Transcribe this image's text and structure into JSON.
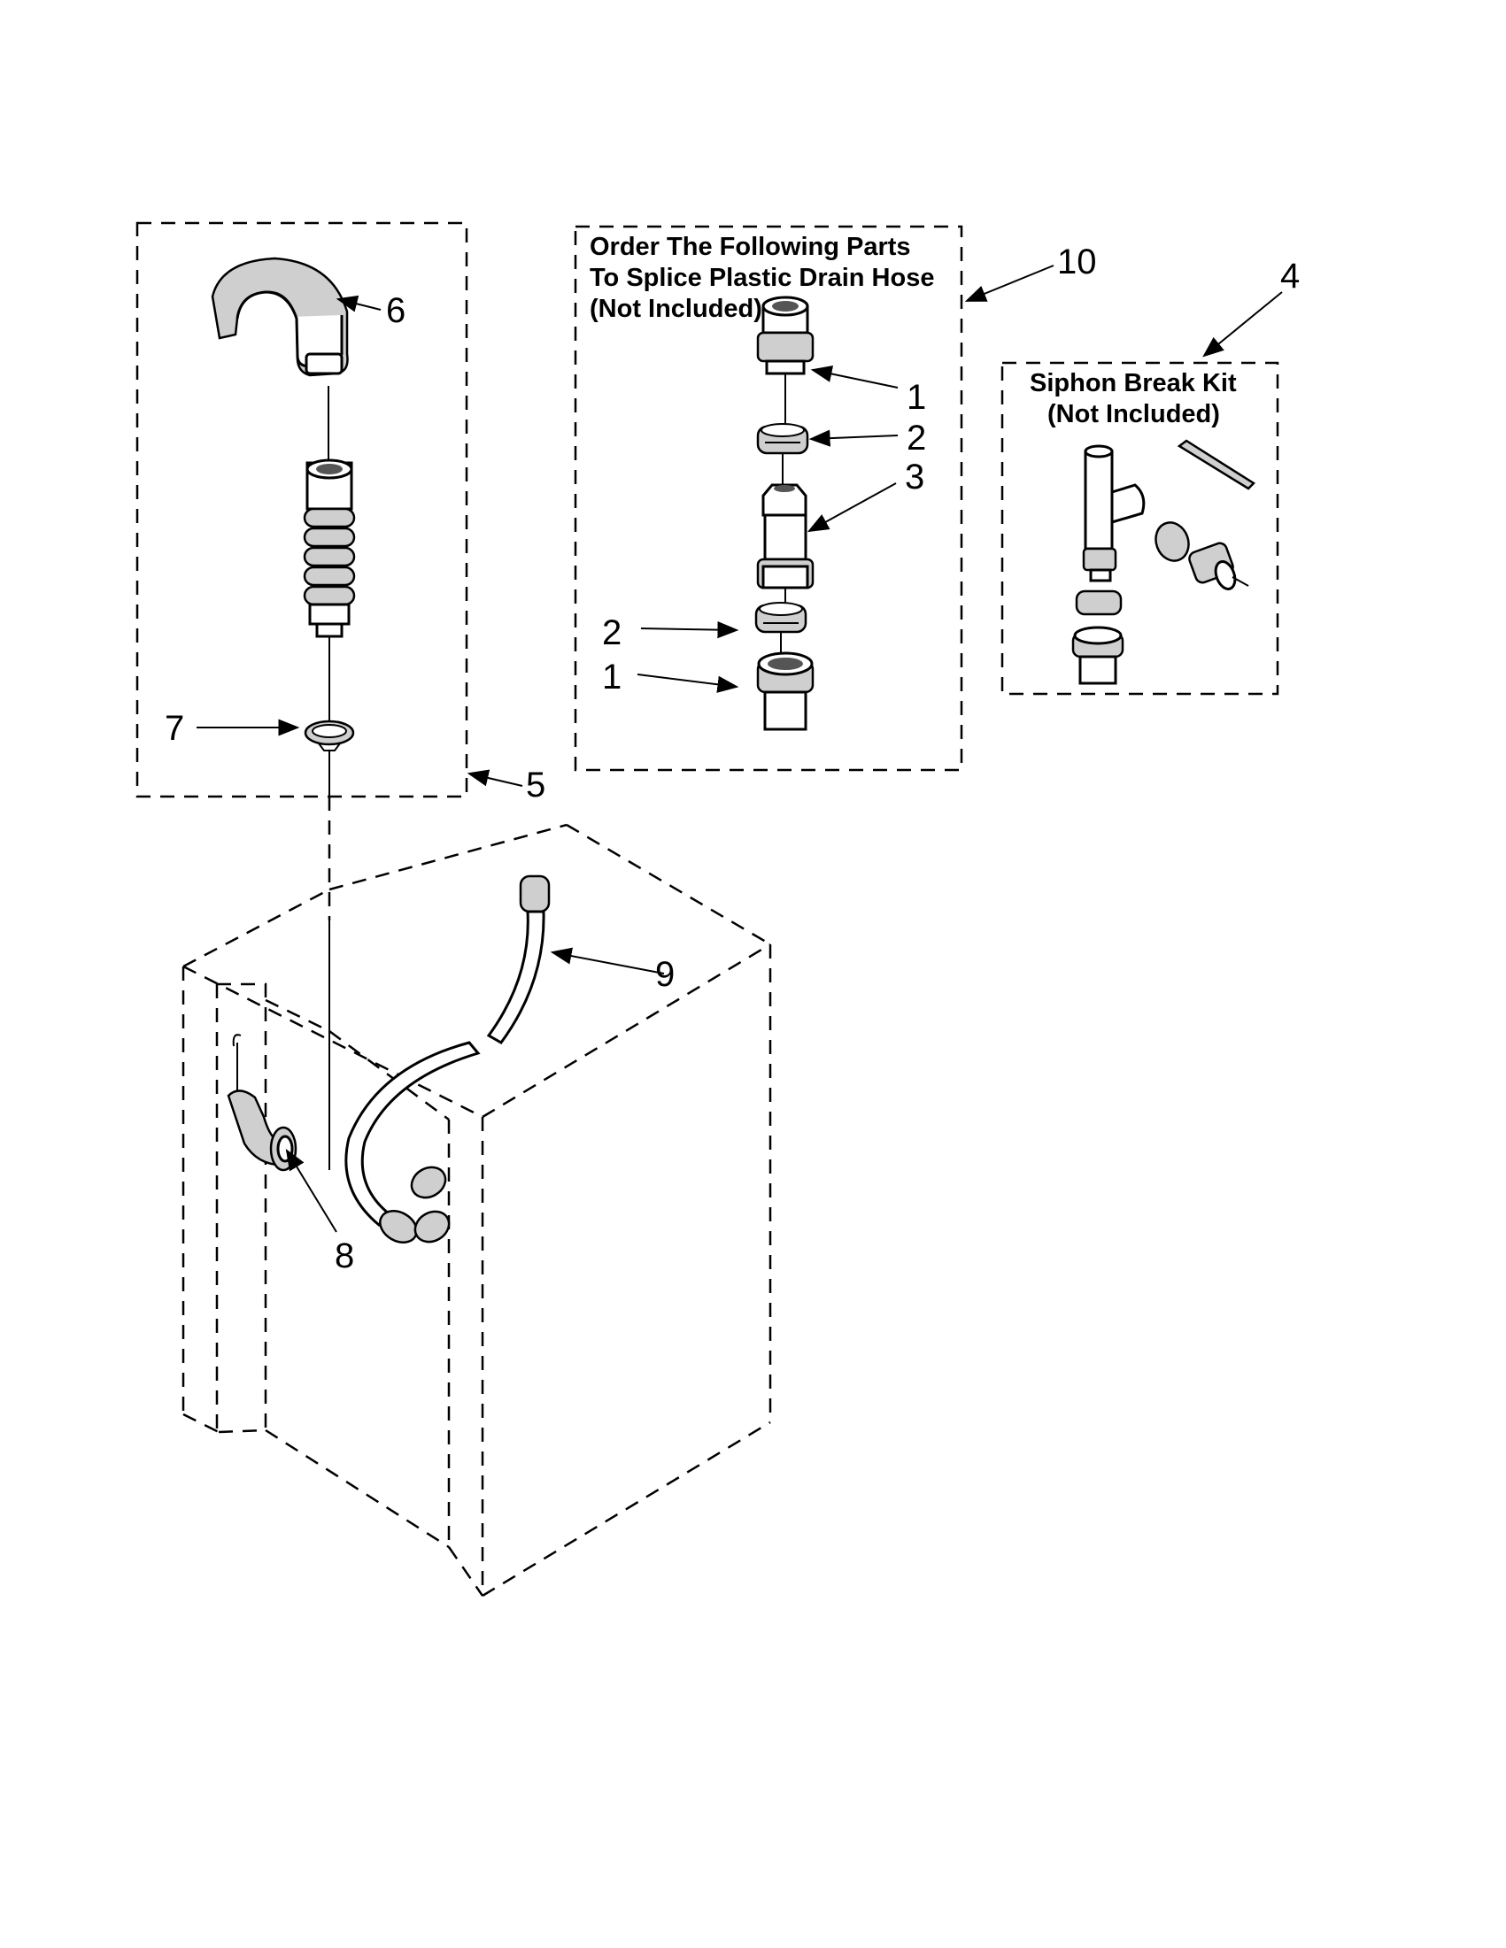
{
  "splice_box": {
    "title_line1": "Order The Following Parts",
    "title_line2": "To Splice Plastic Drain Hose",
    "title_line3": "(Not Included)"
  },
  "siphon_box": {
    "title_line1": "Siphon Break Kit",
    "title_line2": "(Not Included)"
  },
  "callouts": {
    "c10": "10",
    "c4": "4",
    "c1_top": "1",
    "c2_top": "2",
    "c3": "3",
    "c2_bottom": "2",
    "c1_bottom": "1",
    "c6": "6",
    "c7": "7",
    "c5": "5",
    "c9": "9",
    "c8": "8"
  },
  "colors": {
    "ink": "#000000",
    "paper": "#ffffff",
    "part_shading": "#cfcfcf"
  }
}
